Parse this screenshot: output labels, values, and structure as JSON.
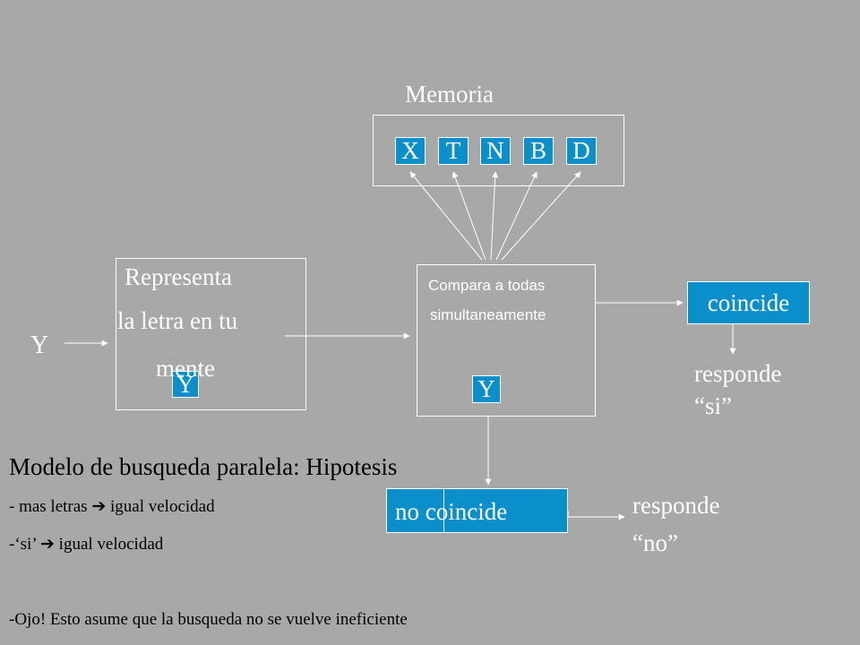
{
  "memory": {
    "title": "Memoria",
    "letters": [
      "X",
      "T",
      "N",
      "B",
      "D"
    ]
  },
  "input_letter": "Y",
  "represent": {
    "line1": "Representa",
    "line2": "la letra en tu",
    "line3": "mente",
    "chip": "Y"
  },
  "compare": {
    "line1": "Compara a todas",
    "line2": "simultaneamente",
    "chip": "Y"
  },
  "match": {
    "label": "coincide",
    "response_line1": "responde",
    "response_line2": "“si”"
  },
  "no_match": {
    "label": "no coincide",
    "response_line1": "responde",
    "response_line2": "“no”"
  },
  "notes": {
    "heading": "Modelo de busqueda paralela: Hipotesis",
    "line1_prefix": "- mas letras ",
    "line1_suffix": " igual velocidad",
    "line2_prefix": "-‘si’ ",
    "line2_suffix": " igual velocidad",
    "line3": "-Ojo! Esto asume que la busqueda no se vuelve ineficiente"
  },
  "colors": {
    "background": "#a8a8a8",
    "chip": "#0b8fcb",
    "foreground": "#ffffff"
  }
}
